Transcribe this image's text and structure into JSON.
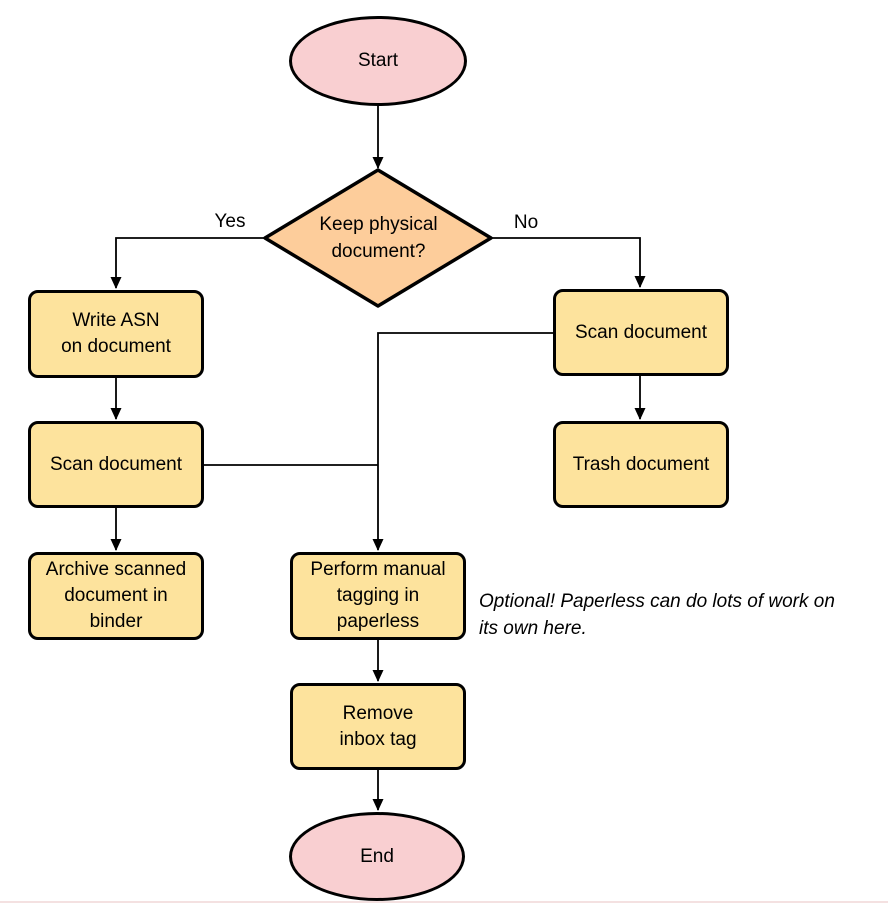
{
  "diagram": {
    "type": "flowchart",
    "colors": {
      "terminator_fill": "#F9CFD1",
      "decision_fill": "#FDCD9B",
      "process_fill": "#FDE39D",
      "line": "#000000",
      "border": "#000000",
      "text": "#000000",
      "background": "#FFFFFF",
      "footer_line": "#F4E1E1"
    },
    "nodes": {
      "start": {
        "type": "terminator",
        "label": "Start"
      },
      "decision": {
        "type": "decision",
        "label": [
          "Keep physical",
          "document?"
        ]
      },
      "write_asn": {
        "type": "process",
        "label": [
          "Write ASN",
          "on document"
        ]
      },
      "scan_left": {
        "type": "process",
        "label": "Scan document"
      },
      "archive": {
        "type": "process",
        "label": [
          "Archive scanned",
          "document in",
          "binder"
        ]
      },
      "scan_right": {
        "type": "process",
        "label": "Scan document"
      },
      "trash": {
        "type": "process",
        "label": "Trash document"
      },
      "tagging": {
        "type": "process",
        "label": [
          "Perform manual",
          "tagging in",
          "paperless"
        ]
      },
      "remove_inbox": {
        "type": "process",
        "label": [
          "Remove",
          "inbox tag"
        ]
      },
      "end": {
        "type": "terminator",
        "label": "End"
      }
    },
    "edge_labels": {
      "yes": "Yes",
      "no": "No"
    },
    "edges": [
      {
        "from": "start",
        "to": "decision"
      },
      {
        "from": "decision",
        "to": "write_asn",
        "label": "Yes"
      },
      {
        "from": "decision",
        "to": "scan_right",
        "label": "No"
      },
      {
        "from": "write_asn",
        "to": "scan_left"
      },
      {
        "from": "scan_left",
        "to": "archive"
      },
      {
        "from": "scan_right",
        "to": "trash"
      },
      {
        "from": "scan_left",
        "to": "tagging"
      },
      {
        "from": "scan_right",
        "to": "tagging"
      },
      {
        "from": "tagging",
        "to": "remove_inbox"
      },
      {
        "from": "remove_inbox",
        "to": "end"
      }
    ],
    "note": {
      "text": [
        "Optional! Paperless can do lots of work on",
        "its own here."
      ]
    }
  }
}
